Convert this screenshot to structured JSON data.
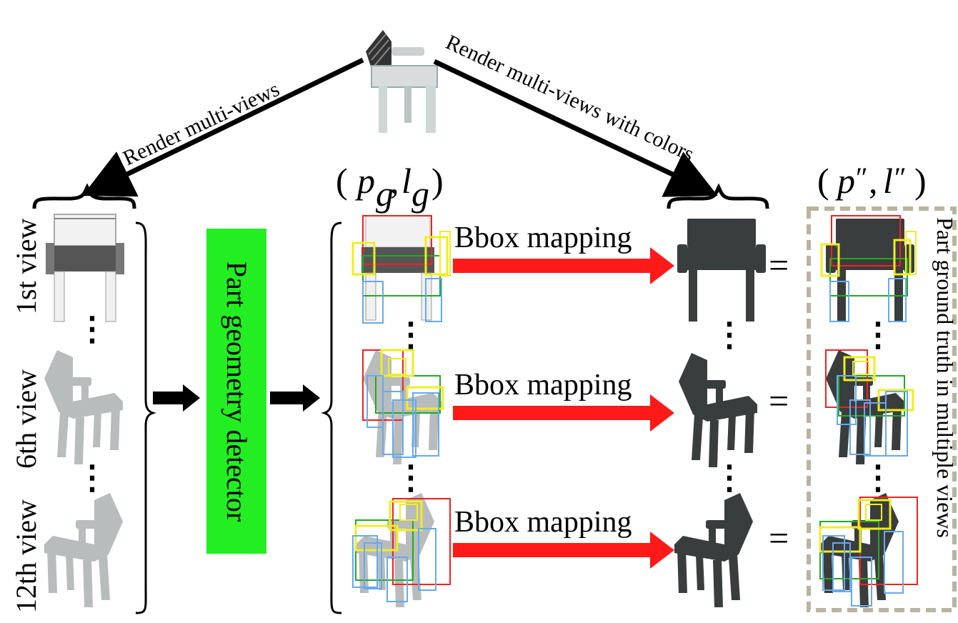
{
  "top_arrows": {
    "left_label": "Render multi-views",
    "right_label": "Render multi-views with colors"
  },
  "view_labels": [
    "1st view",
    "6th view",
    "12th view"
  ],
  "detector": {
    "label": "Part geometry detector",
    "color": "#22ee22"
  },
  "detections_label": "(p_g, l_g)",
  "mapping_label": "Bbox mapping",
  "equals": "=",
  "ground_truth_label": "(p'', l'')",
  "ground_truth_caption": "Part ground truth in multiple views",
  "ellipsis": "⋮",
  "colors": {
    "mapping_arrow": "#ff1a1a",
    "bbox_back": "#ee2222",
    "bbox_seat": "#22aa22",
    "bbox_arm": "#eeee22",
    "bbox_leg": "#66aaee",
    "gt_frame": "#b8b4a0"
  },
  "icons": {
    "source_model": "chair-3d-model-icon",
    "rendered_view": "gray-chair-icon",
    "colored_view": "dark-chair-icon"
  }
}
